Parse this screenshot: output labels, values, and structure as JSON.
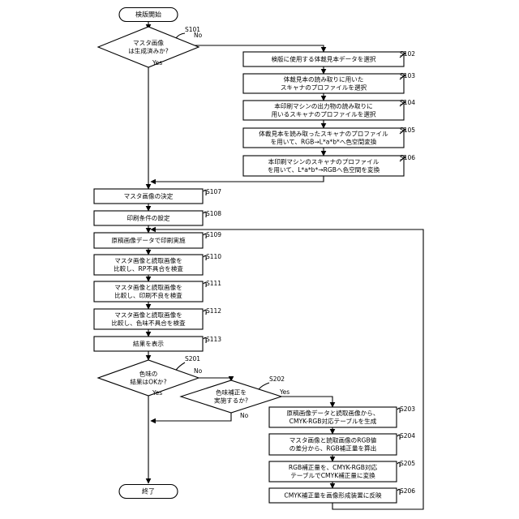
{
  "start": "検版開始",
  "end": "終了",
  "decisions": {
    "S101": {
      "id": "S101",
      "lines": [
        "マスタ画像",
        "は生成済みか?"
      ],
      "yes": "Yes",
      "no": "No"
    },
    "S201": {
      "id": "S201",
      "lines": [
        "色味の",
        "結果はOKか?"
      ],
      "yes": "Yes",
      "no": "No"
    },
    "S202": {
      "id": "S202",
      "lines": [
        "色味補正を",
        "実施するか?"
      ],
      "yes": "Yes",
      "no": "No"
    }
  },
  "steps": {
    "S102": {
      "id": "S102",
      "lines": [
        "検版に使用する体裁見本データを選択"
      ]
    },
    "S103": {
      "id": "S103",
      "lines": [
        "体裁見本の読み取りに用いた",
        "スキャナのプロファイルを選択"
      ]
    },
    "S104": {
      "id": "S104",
      "lines": [
        "本印刷マシンの出力物の読み取りに",
        "用いるスキャナのプロファイルを選択"
      ]
    },
    "S105": {
      "id": "S105",
      "lines": [
        "体裁見本を読み取ったスキャナのプロファイル",
        "を用いて、RGB→L*a*b*へ色空間変換"
      ]
    },
    "S106": {
      "id": "S106",
      "lines": [
        "本印刷マシンのスキャナのプロファイル",
        "を用いて、L*a*b*→RGBへ色空間を変換"
      ]
    },
    "S107": {
      "id": "S107",
      "lines": [
        "マスタ画像の決定"
      ]
    },
    "S108": {
      "id": "S108",
      "lines": [
        "印刷条件の設定"
      ]
    },
    "S109": {
      "id": "S109",
      "lines": [
        "原稿画像データで印刷実施"
      ]
    },
    "S110": {
      "id": "S110",
      "lines": [
        "マスタ画像と読取画像を",
        "比較し、RP不具合を検査"
      ]
    },
    "S111": {
      "id": "S111",
      "lines": [
        "マスタ画像と読取画像を",
        "比較し、印刷不良を検査"
      ]
    },
    "S112": {
      "id": "S112",
      "lines": [
        "マスタ画像と読取画像を",
        "比較し、色味不具合を検査"
      ]
    },
    "S113": {
      "id": "S113",
      "lines": [
        "結果を表示"
      ]
    },
    "S203": {
      "id": "S203",
      "lines": [
        "原稿画像データと読取画像から、",
        "CMYK-RGB対応テーブルを生成"
      ]
    },
    "S204": {
      "id": "S204",
      "lines": [
        "マスタ画像と読取画像のRGB値",
        "の差分から、RGB補正量を算出"
      ]
    },
    "S205": {
      "id": "S205",
      "lines": [
        "RGB補正量を、CMYK-RGB対応",
        "テーブルでCMYK補正量に変換"
      ]
    },
    "S206": {
      "id": "S206",
      "lines": [
        "CMYK補正量を画像形成装置に反映"
      ]
    }
  }
}
